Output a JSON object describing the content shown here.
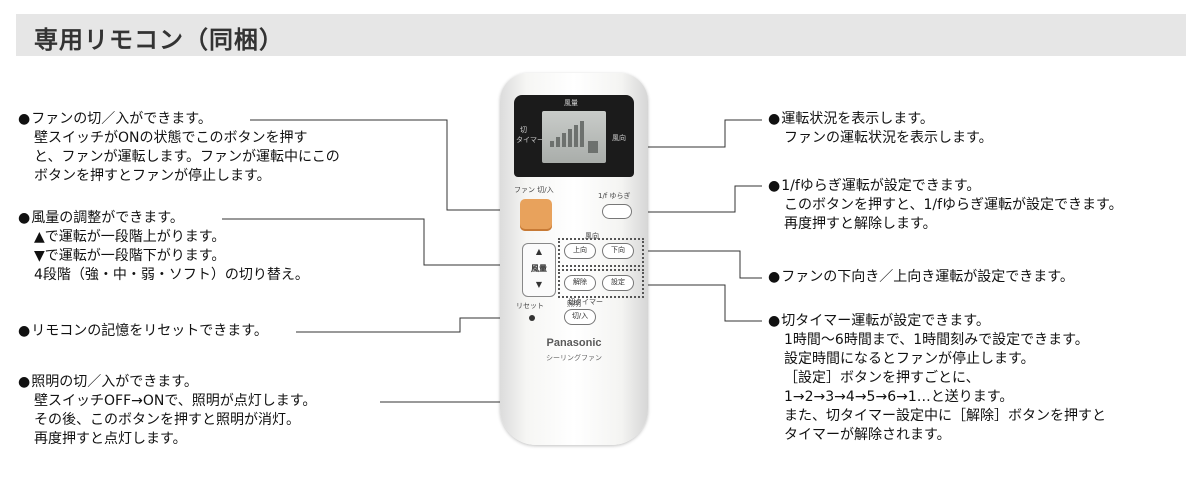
{
  "header": {
    "title": "専用リモコン（同梱）"
  },
  "left_notes": [
    {
      "lines": [
        "ファンの切／入ができます。",
        "壁スイッチがONの状態でこのボタンを押す",
        "と、ファンが運転します。ファンが運転中にこの",
        "ボタンを押すとファンが停止します。"
      ]
    },
    {
      "lines": [
        "風量の調整ができます。",
        "▲で運転が一段階上がります。",
        "▼で運転が一段階下がります。",
        "4段階（強・中・弱・ソフト）の切り替え。"
      ]
    },
    {
      "lines": [
        "リモコンの記憶をリセットできます。"
      ]
    },
    {
      "lines": [
        "照明の切／入ができます。",
        "壁スイッチOFF→ONで、照明が点灯します。",
        "その後、このボタンを押すと照明が消灯。",
        "再度押すと点灯します。"
      ]
    }
  ],
  "right_notes": [
    {
      "lines": [
        "運転状況を表示します。",
        "ファンの運転状況を表示します。"
      ]
    },
    {
      "lines": [
        "1/fゆらぎ運転が設定できます。",
        "このボタンを押すと、1/fゆらぎ運転が設定できます。",
        "再度押すと解除します。"
      ]
    },
    {
      "lines": [
        "ファンの下向き／上向き運転が設定できます。"
      ]
    },
    {
      "lines": [
        "切タイマー運転が設定できます。",
        "1時間～6時間まで、1時間刻みで設定できます。",
        "設定時間になるとファンが停止します。",
        "［設定］ボタンを押すごとに、",
        "1→2→3→4→5→6→1…と送ります。",
        "また、切タイマー設定中に［解除］ボタンを押すと",
        "タイマーが解除されます。"
      ]
    }
  ],
  "remote": {
    "lcd_top": "風量",
    "lcd_left1": "切",
    "lcd_left2": "タイマー",
    "lcd_right": "風向",
    "fan_label": "ファン 切/入",
    "yuragi_label": "1/f ゆらぎ",
    "direction_label": "風向",
    "up_label": "上向",
    "down_label": "下向",
    "volume_label": "風量",
    "cancel_label": "解除",
    "set_label": "設定",
    "timer_label": "切タイマー",
    "reset_label": "リセット",
    "light_label": "切/入",
    "light_top": "照明",
    "brand": "Panasonic",
    "model": "シーリングファン"
  },
  "colors": {
    "accent_button": "#e8a25c",
    "header_bg": "#e6e6e6"
  }
}
